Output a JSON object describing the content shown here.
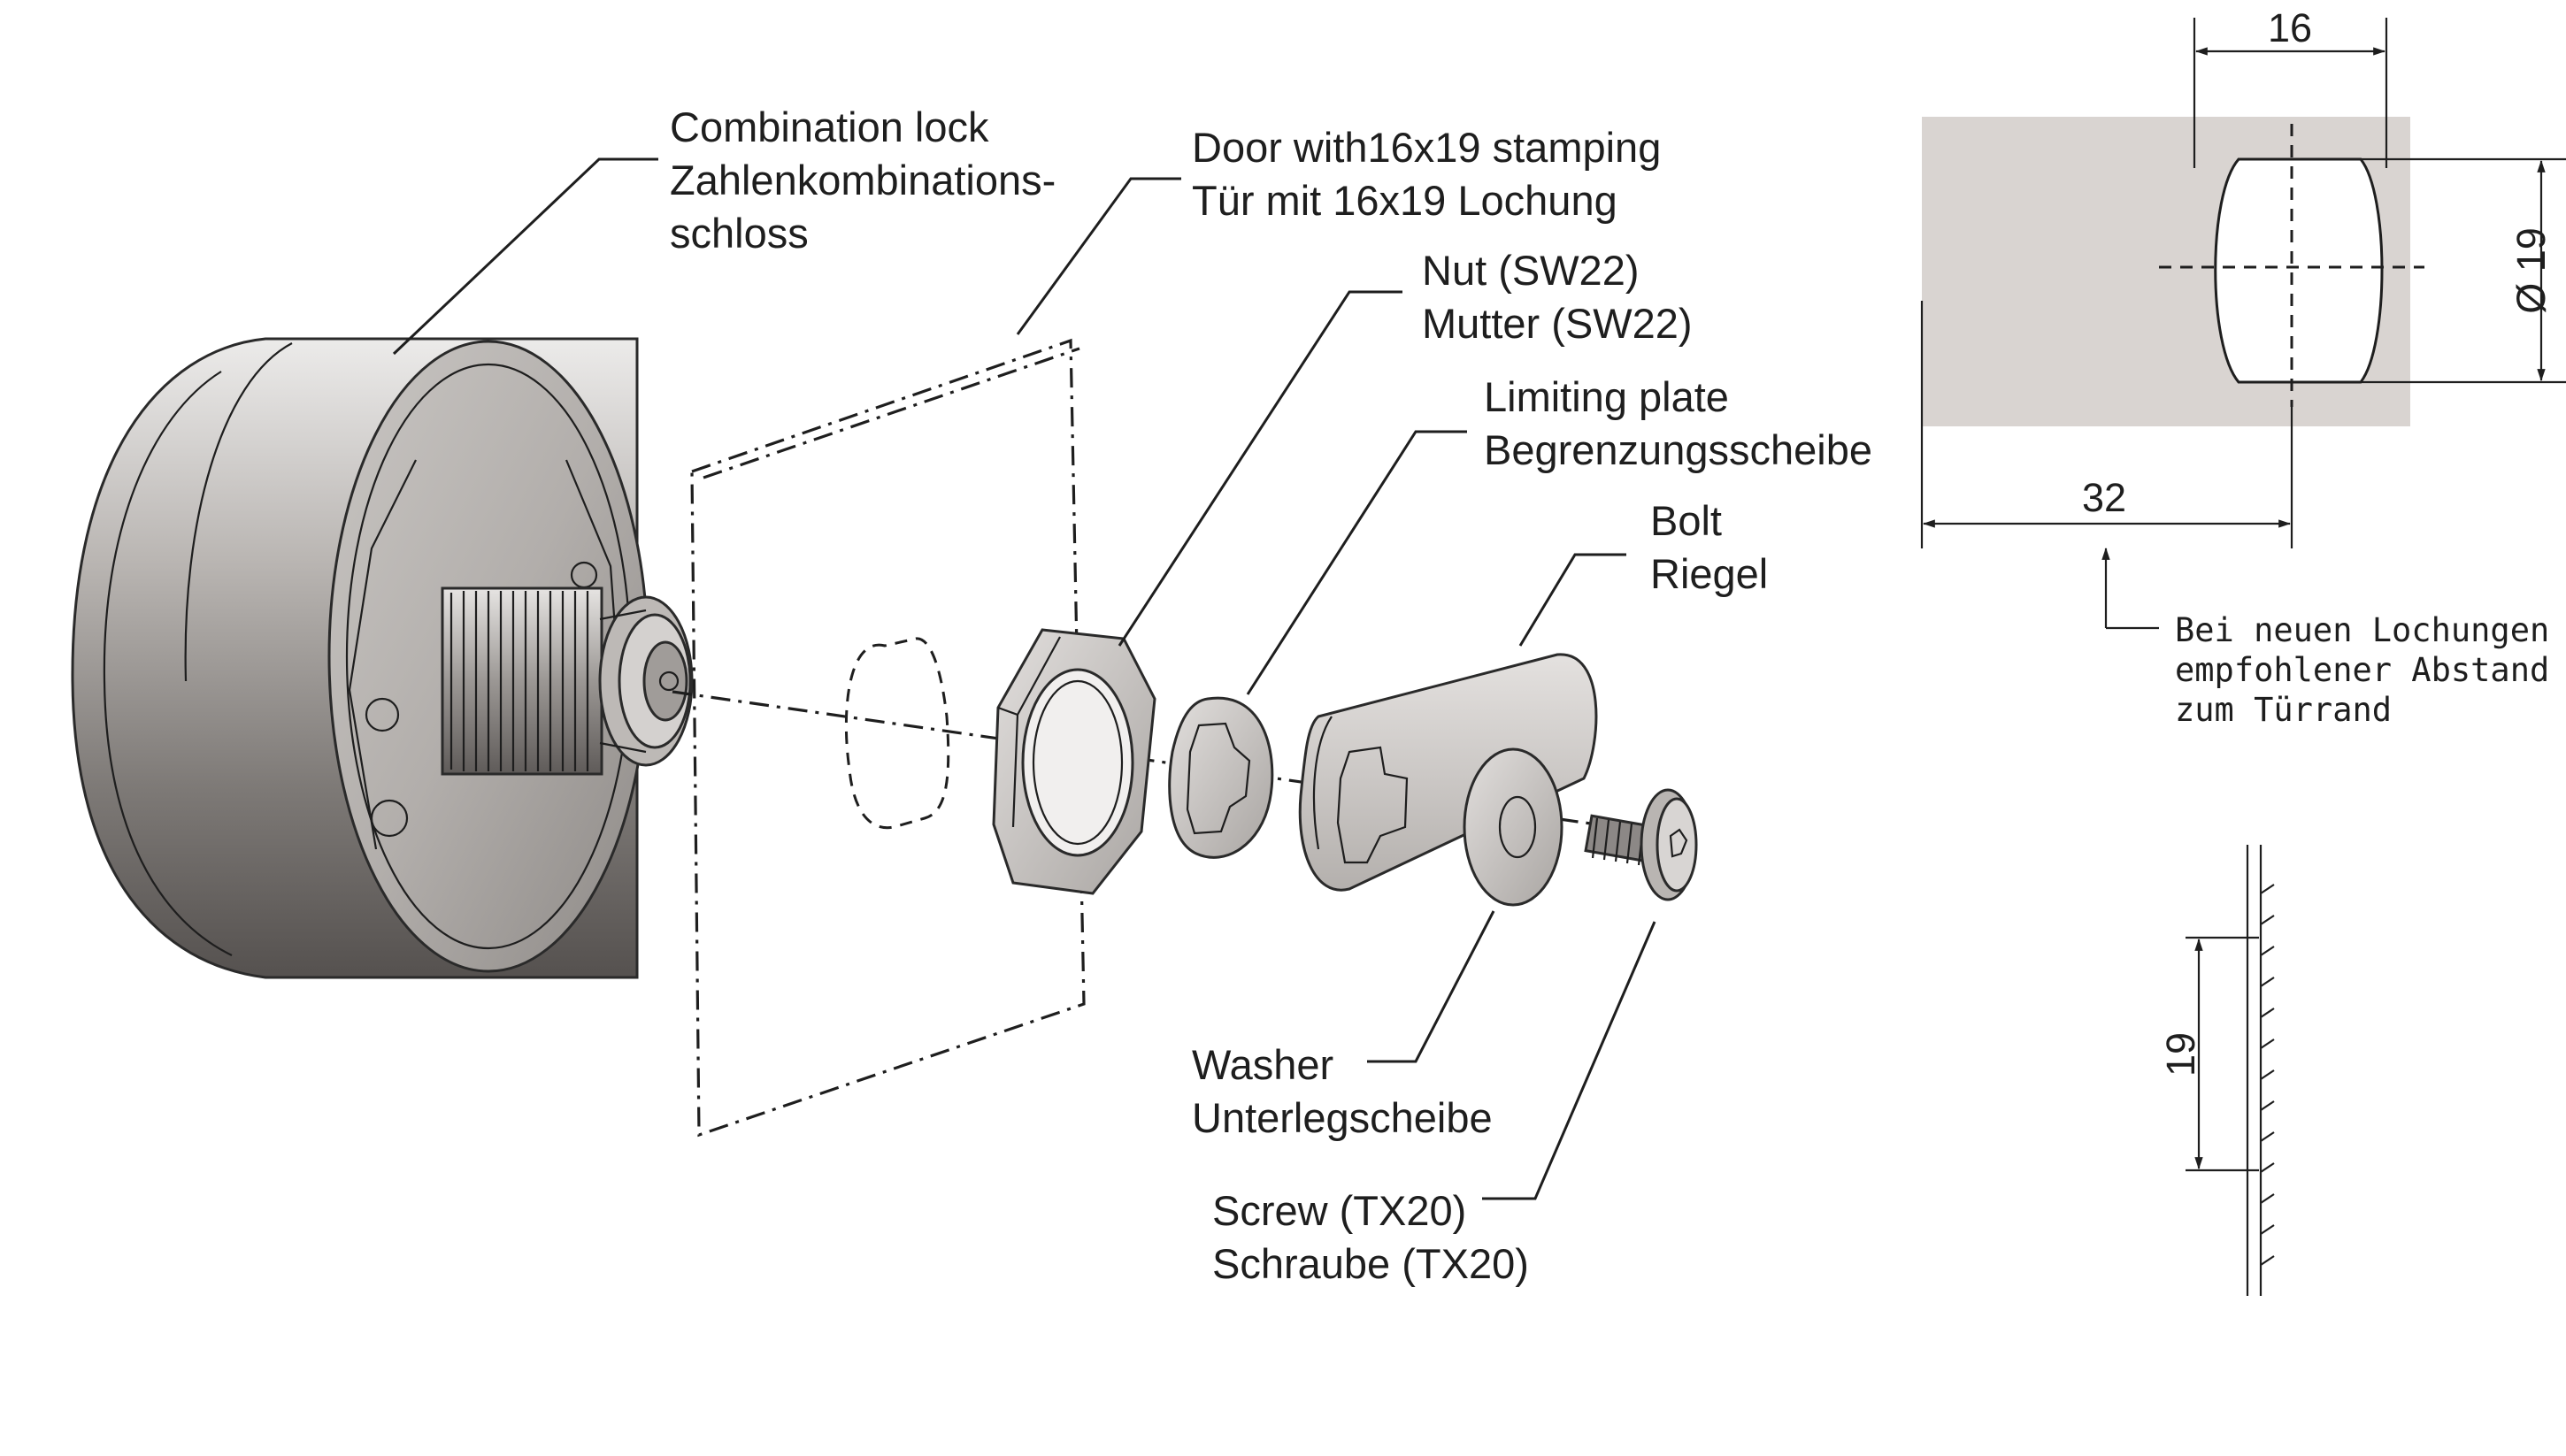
{
  "colors": {
    "line": "#1e1e1e",
    "metal_light": "#d9d6d3",
    "metal_mid": "#a8a4a1",
    "metal_dark": "#6b6765",
    "door_plate_fill": "#d9d4d1"
  },
  "labels": {
    "combination_lock": [
      "Combination lock",
      "Zahlenkombinations-",
      "schloss"
    ],
    "door": [
      "Door with16x19 stamping",
      "Tür mit 16x19 Lochung"
    ],
    "nut": [
      "Nut (SW22)",
      "Mutter (SW22)"
    ],
    "limiting_plate": [
      "Limiting plate",
      "Begrenzungsscheibe"
    ],
    "bolt": [
      "Bolt",
      "Riegel"
    ],
    "washer": [
      "Washer",
      "Unterlegscheibe"
    ],
    "screw": [
      "Screw (TX20)",
      "Schraube (TX20)"
    ]
  },
  "dimensions": {
    "width_top": "16",
    "diameter": "Ø 19",
    "distance": "32",
    "side_height": "19"
  },
  "note": [
    "Bei neuen Lochungen",
    "empfohlener Abstand",
    "zum Türrand"
  ]
}
